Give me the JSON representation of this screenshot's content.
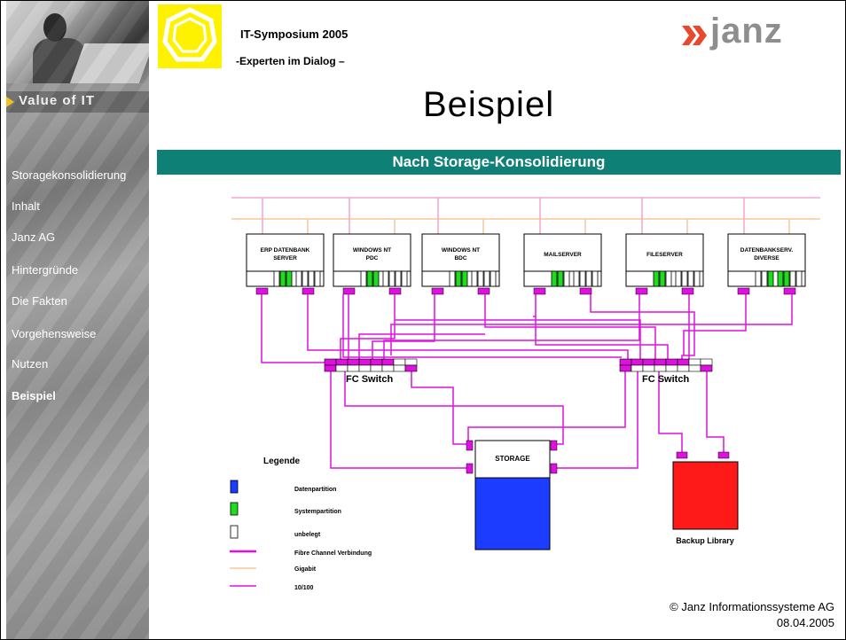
{
  "header": {
    "symposium_title": "IT-Symposium 2005",
    "symposium_subtitle": "-Experten im Dialog –",
    "brand": "janz",
    "tagline": "Value of IT"
  },
  "sidebar": {
    "items": [
      {
        "label": "Storagekonsolidierung",
        "active": false
      },
      {
        "label": "Inhalt",
        "active": false
      },
      {
        "label": "Janz AG",
        "active": false
      },
      {
        "label": "Hintergründe",
        "active": false
      },
      {
        "label": "Die Fakten",
        "active": false
      },
      {
        "label": "Vorgehensweise",
        "active": false
      },
      {
        "label": "Nutzen",
        "active": false
      },
      {
        "label": "Beispiel",
        "active": true
      }
    ]
  },
  "page_title": "Beispiel",
  "section_title": "Nach Storage-Konsolidierung",
  "diagram": {
    "servers": [
      {
        "name_line1": "ERP DATENBANK",
        "name_line2": "SERVER"
      },
      {
        "name_line1": "WINDOWS NT",
        "name_line2": "PDC"
      },
      {
        "name_line1": "WINDOWS NT",
        "name_line2": "BDC"
      },
      {
        "name_line1": "MAILSERVER",
        "name_line2": ""
      },
      {
        "name_line1": "FILESERVER",
        "name_line2": ""
      },
      {
        "name_line1": "DATENBANKSERV.",
        "name_line2": "DIVERSE"
      }
    ],
    "switch_left_label": "FC Switch",
    "switch_right_label": "FC Switch",
    "storage_label": "STORAGE",
    "backup_label": "Backup Library",
    "legend": {
      "title": "Legende",
      "items": [
        {
          "label": "Datenpartition",
          "swatch": "#1c3cff"
        },
        {
          "label": "Systempartition",
          "swatch": "#1edc1e"
        },
        {
          "label": "unbelegt",
          "swatch": "#ffffff"
        },
        {
          "label": "Fibre Channel Verbindung",
          "line": "#e010e0"
        },
        {
          "label": "Gigabit",
          "line": "#f5c89a"
        },
        {
          "label": "10/100",
          "line": "#e010e0"
        }
      ]
    },
    "colors": {
      "fibre": "#e010e0",
      "gigabit": "#f5c89a",
      "lan": "#f4a6d0",
      "storage": "#1c3cff",
      "backup": "#ff1a1a",
      "system": "#1edc1e"
    }
  },
  "footer": {
    "copyright": "© Janz Informationssysteme AG",
    "date": "08.04.2005"
  }
}
